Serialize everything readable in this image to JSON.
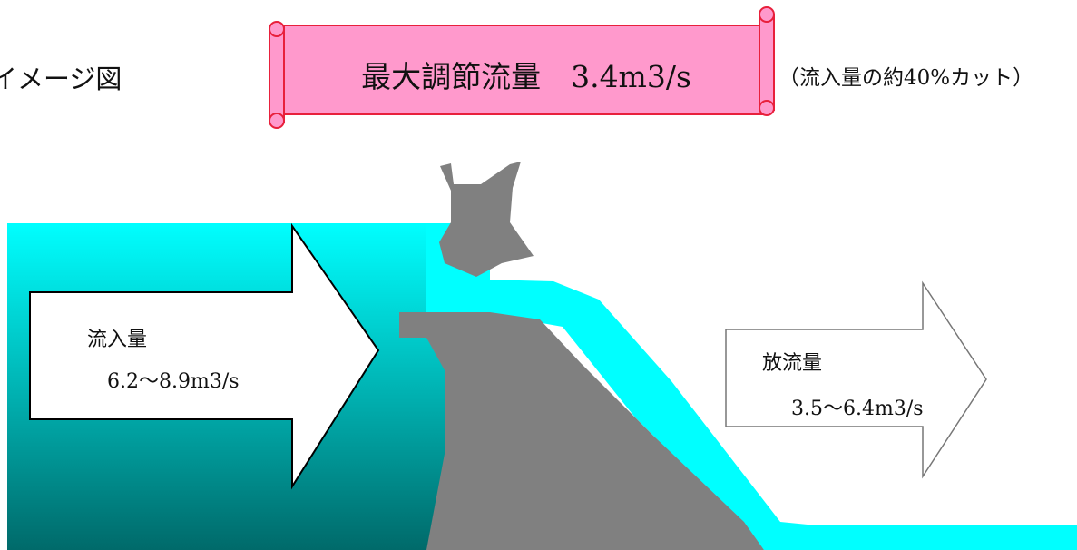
{
  "figure_label": "イメージ図",
  "banner": {
    "title": "最大調節流量　3.4m3/s",
    "note": "（流入量の約40%カット）"
  },
  "inflow": {
    "title": "流入量",
    "value": "6.2～8.9m3/s"
  },
  "outflow": {
    "title": "放流量",
    "value": "3.5～6.4m3/s"
  },
  "colors": {
    "banner_fill": "#ff99cc",
    "banner_stroke": "#e8203c",
    "water_top": "#00ffff",
    "water_bottom": "#006a6a",
    "dam": "#808080",
    "flow_water": "#00ffff"
  }
}
